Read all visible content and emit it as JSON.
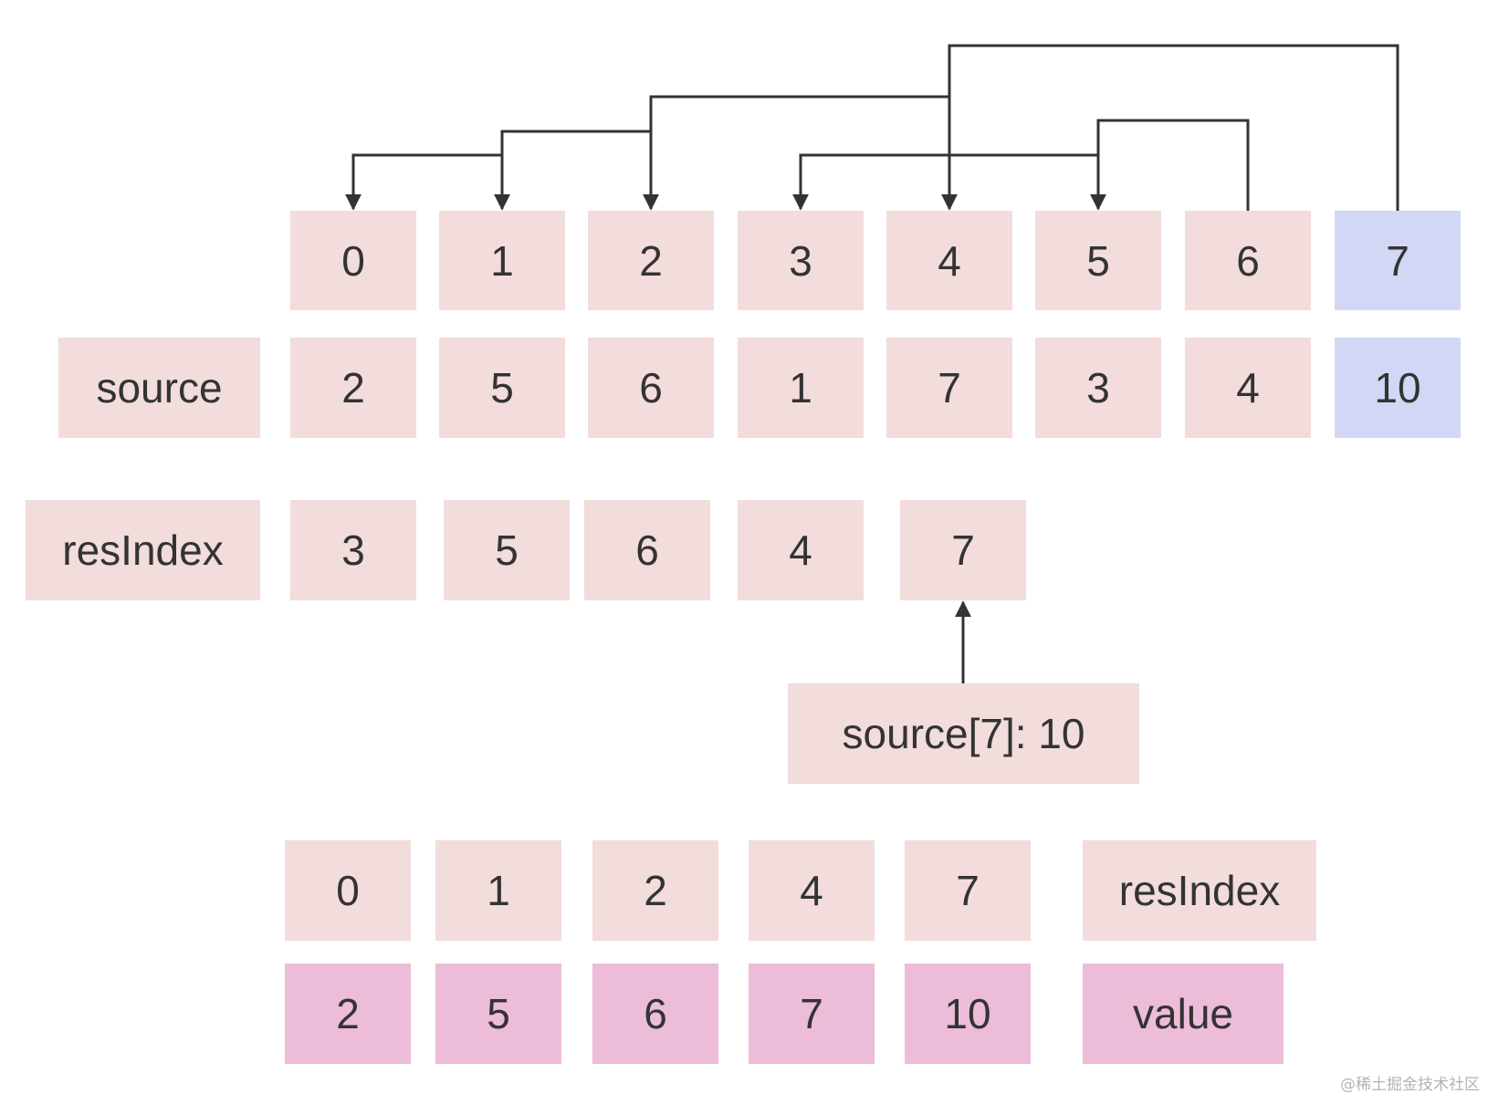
{
  "colors": {
    "cell_pink": "#f2dcdc",
    "cell_blue": "#d3d7f6",
    "cell_magenta": "#ecbcd9",
    "text": "#333333",
    "line": "#333333"
  },
  "index_row": {
    "items": [
      "0",
      "1",
      "2",
      "3",
      "4",
      "5",
      "6",
      "7"
    ],
    "highlight_index": 7
  },
  "source_row": {
    "label": "source",
    "items": [
      "2",
      "5",
      "6",
      "1",
      "7",
      "3",
      "4",
      "10"
    ],
    "highlight_index": 7
  },
  "resindex_row": {
    "label": "resIndex",
    "items": [
      "3",
      "5",
      "6",
      "4",
      "7"
    ]
  },
  "note": {
    "text": "source[7]: 10"
  },
  "result_index_row": {
    "label": "resIndex",
    "items": [
      "0",
      "1",
      "2",
      "4",
      "7"
    ]
  },
  "result_value_row": {
    "label": "value",
    "items": [
      "2",
      "5",
      "6",
      "7",
      "10"
    ]
  },
  "links": [
    {
      "from": 1,
      "to": 0
    },
    {
      "from": 2,
      "to": 1
    },
    {
      "from": 4,
      "to": 2
    },
    {
      "from": 5,
      "to": 3
    },
    {
      "from": 6,
      "to": 5
    },
    {
      "from": 7,
      "to": 4
    }
  ],
  "watermark": "@稀土掘金技术社区"
}
